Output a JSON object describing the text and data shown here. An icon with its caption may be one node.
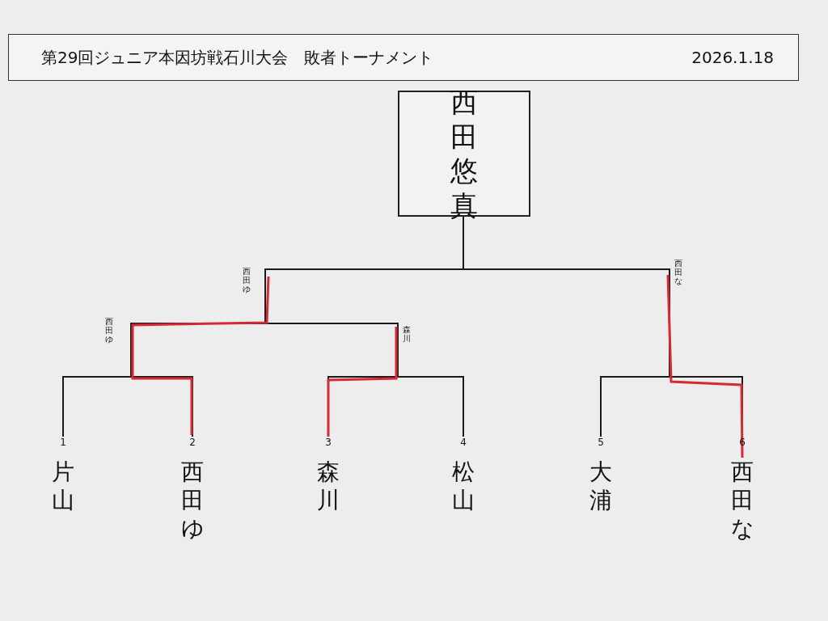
{
  "diagram": {
    "title": "第29回ジュニア本因坊戦石川大会　敗者トーナメント",
    "nodes": [
      {
        "text": [
          "西田悠真"
        ]
      },
      {
        "text": [
          "1",
          "片山"
        ]
      },
      {
        "text": [
          "2",
          "西田ゆ"
        ]
      },
      {
        "text": [
          "3",
          "森川"
        ]
      },
      {
        "text": [
          "4",
          "松山"
        ]
      },
      {
        "text": [
          "5",
          "大浦"
        ]
      },
      {
        "text": [
          "6",
          "西田な"
        ]
      }
    ],
    "edges": [
      {
        "from": 1,
        "to": 0,
        "arrow": "none"
      },
      {
        "from": 2,
        "to": 0,
        "arrow": "none"
      },
      {
        "from": 3,
        "to": 0,
        "arrow": "none"
      },
      {
        "from": 4,
        "to": 0,
        "arrow": "none"
      },
      {
        "from": 5,
        "to": 0,
        "arrow": "none"
      },
      {
        "from": 6,
        "to": 0,
        "arrow": "none"
      }
    ],
    "labels": [
      "2026.1.18",
      "西田ゆ",
      "西田な",
      "西田ゆ",
      "森川"
    ]
  }
}
